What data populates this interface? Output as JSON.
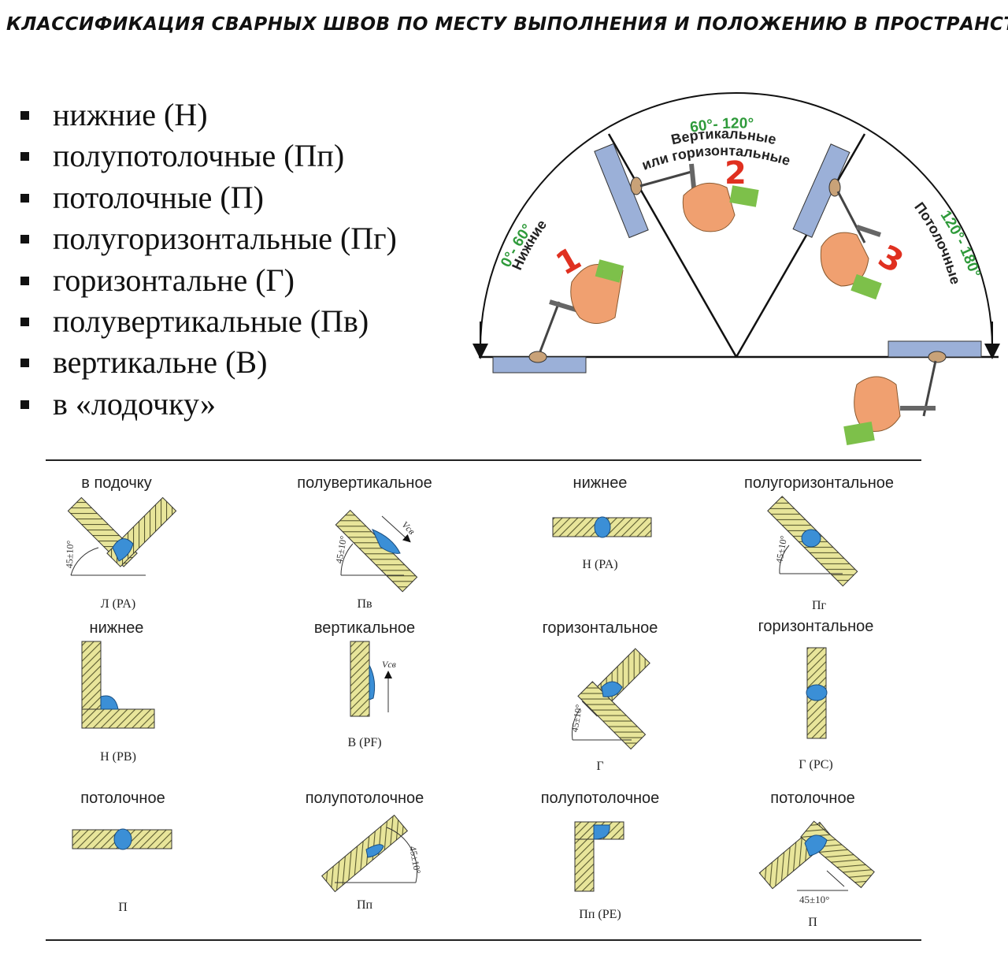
{
  "title": "КЛАССИФИКАЦИЯ СВАРНЫХ ШВОВ ПО МЕСТУ ВЫПОЛНЕНИЯ И ПОЛОЖЕНИЮ В ПРОСТРАНСТВЕ",
  "bullets": [
    "нижние (Н)",
    "полупотолочные (Пп)",
    "потолочные (П)",
    "полугоризонтальные (Пг)",
    "горизонтальне (Г)",
    "полувертикальные (Пв)",
    "вертикальне (В)",
    "в «лодочку»"
  ],
  "semicircle": {
    "top_angle": "60°- 120°",
    "left_angle": "0°- 60°",
    "right_angle": "120°- 180°",
    "sector1": {
      "number": "1",
      "label": "Нижние"
    },
    "sector2": {
      "number": "2",
      "label_line1": "Вертикальные",
      "label_line2": "или горизонтальные"
    },
    "sector3": {
      "number": "3",
      "label": "Потолочные"
    }
  },
  "positions": [
    {
      "label": "в подочку",
      "code": "Л (PA)",
      "angle": "45±10°"
    },
    {
      "label": "полувертикальное",
      "code": "Пв",
      "angle": "45±10°",
      "velocity": "Vсв"
    },
    {
      "label": "нижнее",
      "code": "Н (PA)"
    },
    {
      "label": "полугоризонтальное",
      "code": "Пг",
      "angle": "45±10°"
    },
    {
      "label": "нижнее",
      "code": "Н (PB)"
    },
    {
      "label": "вертикальное",
      "code": "В (PF)",
      "velocity": "Vсв"
    },
    {
      "label": "горизонтальное",
      "code": "Г",
      "angle": "45±10°"
    },
    {
      "label": "горизонтальное",
      "code": "Г (PC)"
    },
    {
      "label": "потолочное",
      "code": "П"
    },
    {
      "label": "полупотолочное",
      "code": "Пп",
      "angle": "45±10°"
    },
    {
      "label": "полупотолочное",
      "code": "Пп (PE)"
    },
    {
      "label": "потолочное",
      "code": "П",
      "angle": "45±10°"
    }
  ],
  "colors": {
    "plate": "#e8e59a",
    "hatch": "#4a4a2a",
    "weld": "#3b8fd6",
    "sector_plate": "#9bb0d8",
    "skin": "#f0a070",
    "sleeve": "#7dc04a",
    "number_red": "#e03020",
    "angle_green": "#2e9a3a"
  }
}
